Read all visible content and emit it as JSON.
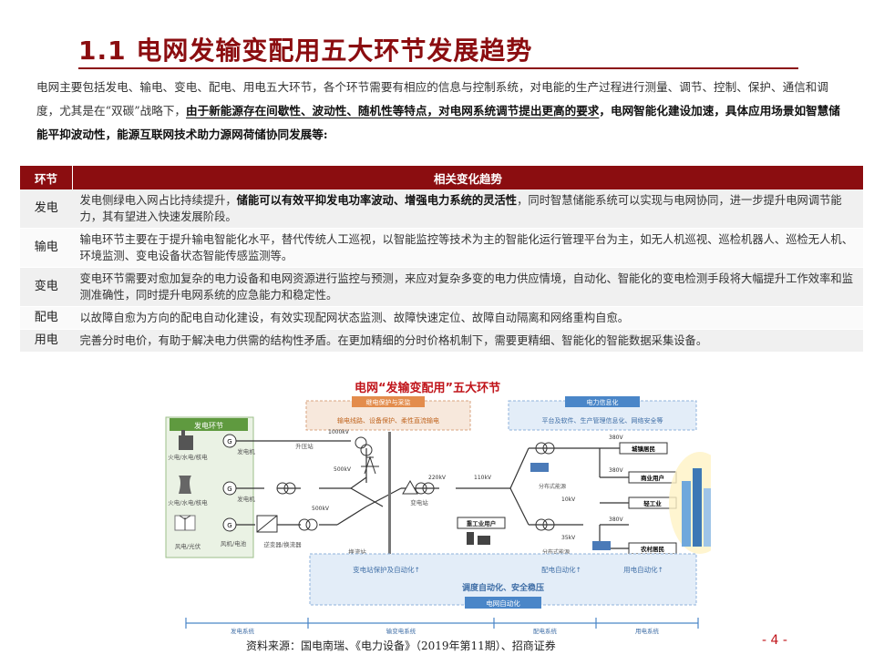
{
  "page": {
    "title": "1.1 电网发输变配用五大环节发展趋势",
    "intro": {
      "p1": "电网主要包括发电、输电、变电、配电、用电五大环节，各个环节需要有相应的信息与控制系统，对电能的生产过程进行测量、调节、控制、保护、通信和调度，尤其是在“双碳”战略下，",
      "p2_underlined": "由于新能源存在间歇性、波动性、随机性等特点，对电网系统调节提出更高的要求",
      "p3": "，电网智能化建设加速，具体应用场景如智慧储能平抑波动性，能源互联网技术助力源网荷储协同发展等:"
    },
    "table": {
      "headers": [
        "环节",
        "相关变化趋势"
      ],
      "rows": [
        {
          "key": "发电",
          "pre": "发电侧绿电入网占比持续提升，",
          "bold": "储能可以有效平抑发电功率波动、增强电力系统的灵活性",
          "post": "，同时智慧储能系统可以实现与电网协同，进一步提升电网调节能力，其有望进入快速发展阶段。"
        },
        {
          "key": "输电",
          "pre": "输电环节主要在于提升输电智能化水平，替代传统人工巡视，以智能监控等技术为主的智能化运行管理平台为主，如无人机巡视、巡检机器人、巡检无人机、环境监测、变电设备状态智能传感监测等。",
          "bold": "",
          "post": ""
        },
        {
          "key": "变电",
          "pre": "变电环节需要对愈加复杂的电力设备和电网资源进行监控与预测，来应对复杂多变的电力供应情境，自动化、智能化的变电检测手段将大幅提升工作效率和监测准确性，同时提升电网系统的应急能力和稳定性。",
          "bold": "",
          "post": ""
        },
        {
          "key": "配电",
          "pre": "以故障自愈为方向的配电自动化建设，有效实现配网状态监测、故障快速定位、故障自动隔离和网络重构自愈。",
          "bold": "",
          "post": ""
        },
        {
          "key": "用电",
          "pre": "完善分时电价，有助于解决电力供需的结构性矛盾。在更加精细的分时价格机制下，需要更精细、智能化的智能数据采集设备。",
          "bold": "",
          "post": ""
        }
      ]
    },
    "diagram": {
      "title": "电网“发输变配用”五大环节",
      "gen_box": "发电环节",
      "protect_box": "继电保护与采监",
      "protect_items": "输电线路、设备保护、柔性直流输电",
      "info_box": "电力信息化",
      "info_items": "平台及软件、生产管理信息化、网络安全等",
      "sources": [
        "火电/水电/核电",
        "火电/水电/核电",
        "风电/光伏"
      ],
      "generators": [
        "发电机",
        "发电机",
        "风机/电池"
      ],
      "converter": "逆变器/换流器",
      "step_up": "升压站",
      "substation": "变电站",
      "converter_station": "换流站",
      "voltages": [
        "1000kV",
        "500kV",
        "500kV",
        "220kV",
        "110kV",
        "380V",
        "380V",
        "10kV",
        "380V",
        "35kV"
      ],
      "industrial": "重工业用户",
      "dist_storage1": "分布式能源",
      "dist_storage2": "分布式能源",
      "users": [
        "城镇居民",
        "商业用户",
        "轻工业",
        "农村居民"
      ],
      "bottom_items": [
        "变电站保护及自动化↑",
        "配电自动化↑",
        "用电自动化↑"
      ],
      "dispatch": "调度自动化、安全稳压",
      "grid_auto": "电网自动化",
      "segments": [
        "发电系统",
        "输变电系统",
        "配电系统",
        "用电系统"
      ]
    },
    "source": "资料来源：国电南瑞、《电力设备》（2019年第11期）、招商证券",
    "page_number": "- 4 -"
  }
}
